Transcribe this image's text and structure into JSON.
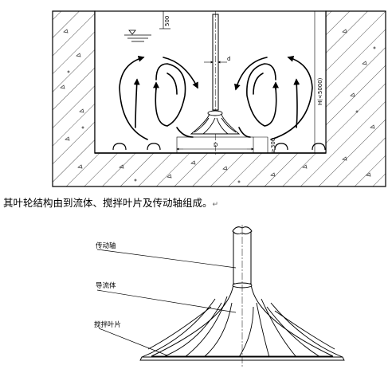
{
  "tank_figure": {
    "dim_500": "500",
    "dim_d": "d",
    "dim_D": "D",
    "dim_300": "≥300",
    "dim_height": "H(<5000)"
  },
  "caption": {
    "text": "其叶轮结构由到流体、搅拌叶片及传动轴组成。",
    "return_mark": "↵"
  },
  "impeller_figure": {
    "label_shaft": "传动轴",
    "label_guide": "导流体",
    "label_blade": "搅拌叶片"
  }
}
